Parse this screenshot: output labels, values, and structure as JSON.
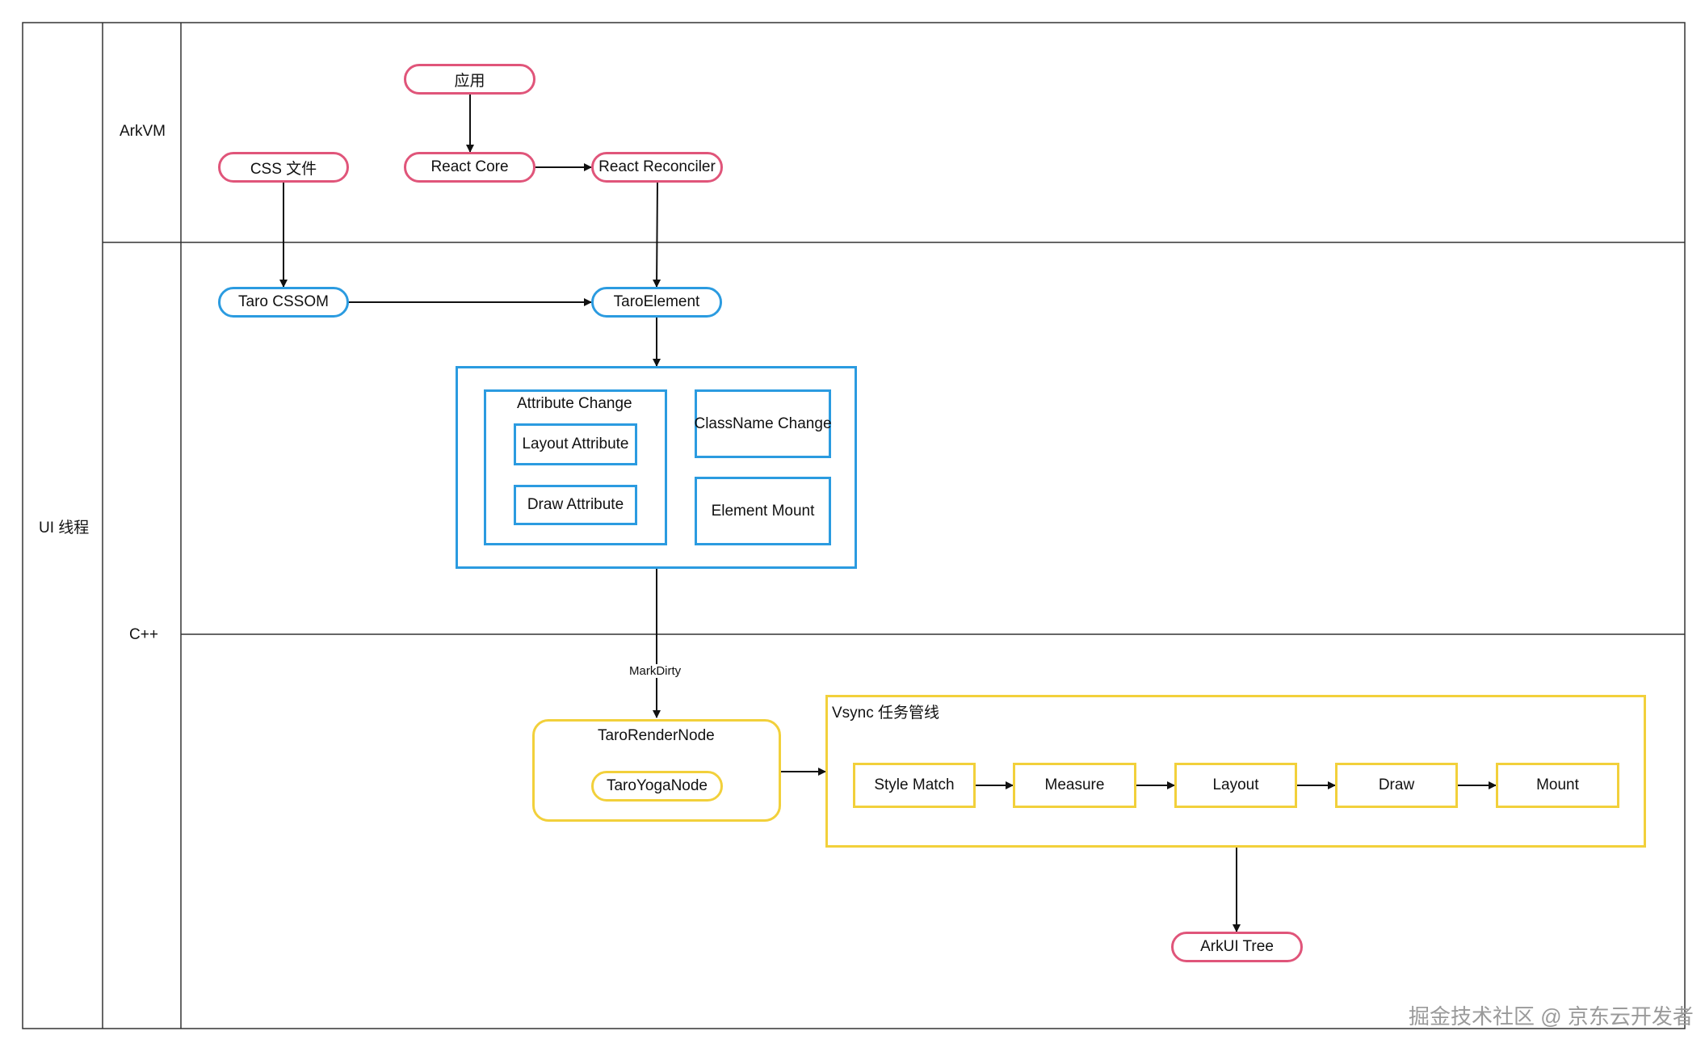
{
  "lanes": {
    "ui_thread": "UI 线程",
    "arkvm": "ArkVM",
    "cpp": "C++"
  },
  "nodes": {
    "app": "应用",
    "css_file": "CSS 文件",
    "react_core": "React Core",
    "react_reconciler": "React Reconciler",
    "taro_cssom": "Taro CSSOM",
    "taro_element": "TaroElement",
    "attribute_change": "Attribute Change",
    "layout_attribute": "Layout Attribute",
    "draw_attribute": "Draw Attribute",
    "classname_change": "ClassName Change",
    "element_mount": "Element Mount",
    "taro_render_node": "TaroRenderNode",
    "taro_yoga_node": "TaroYogaNode",
    "vsync_pipeline": "Vsync 任务管线",
    "style_match": "Style Match",
    "measure": "Measure",
    "layout": "Layout",
    "draw": "Draw",
    "mount": "Mount",
    "arkui_tree": "ArkUI Tree"
  },
  "edges": {
    "mark_dirty": "MarkDirty"
  },
  "colors": {
    "arkvm_node": "#e0557a",
    "cpp_node": "#2b9be0",
    "render_node": "#f2d03b",
    "lane_line": "#333333"
  },
  "watermark": "掘金技术社区 @ 京东云开发者"
}
